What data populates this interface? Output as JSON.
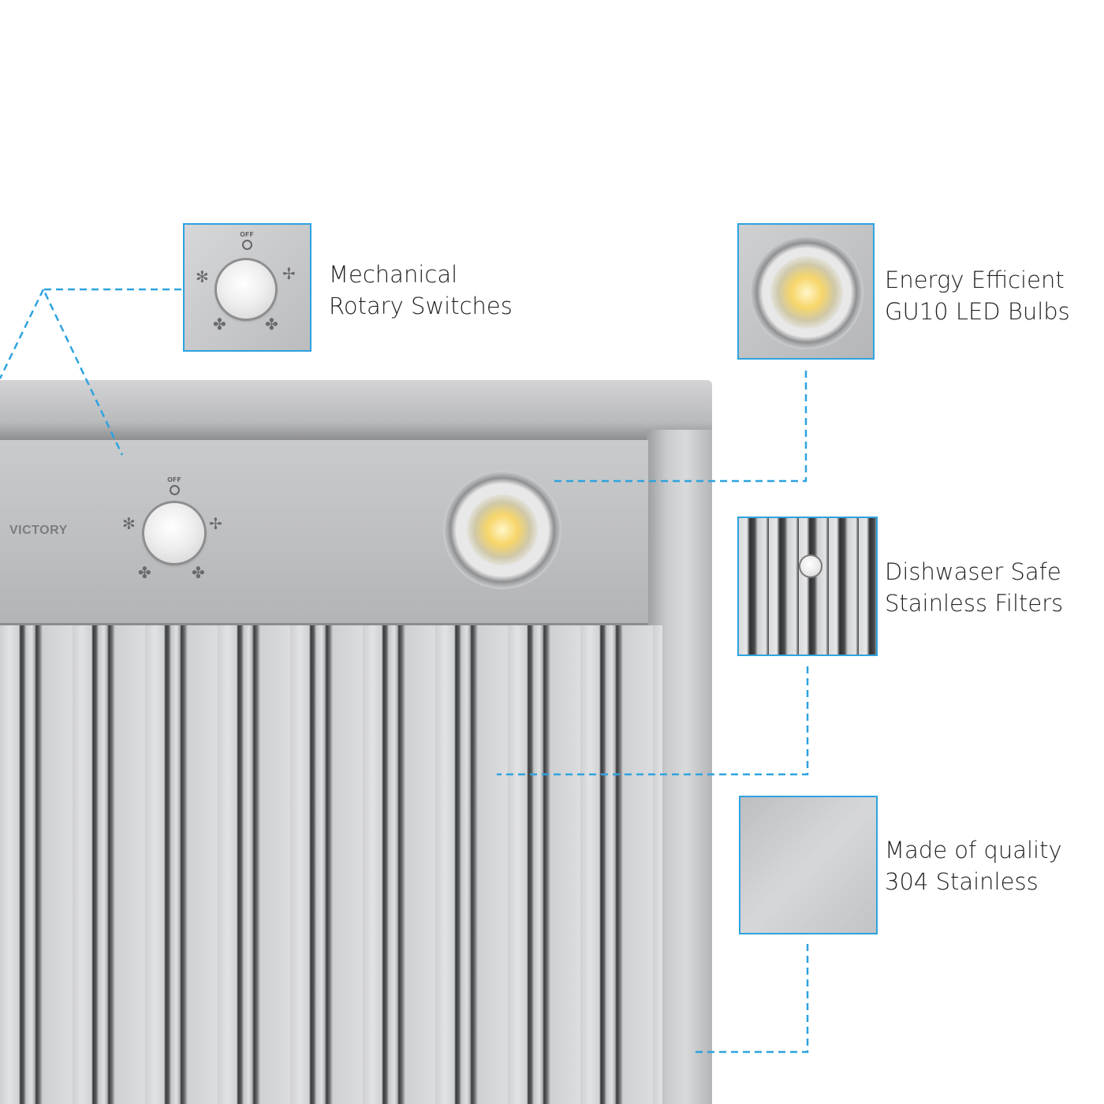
{
  "brand": "VICTORY",
  "knob": {
    "off_label": "OFF"
  },
  "features": [
    {
      "line1": "Mechanical",
      "line2": "Rotary Switches",
      "icon": "rotary-switch"
    },
    {
      "line1": "Energy Efficient",
      "line2": "GU10 LED Bulbs",
      "icon": "led-bulb"
    },
    {
      "line1": "Dishwaser Safe",
      "line2": "Stainless Filters",
      "icon": "baffle-filter"
    },
    {
      "line1": "Made of quality",
      "line2": "304 Stainless",
      "icon": "stainless-swatch"
    }
  ],
  "colors": {
    "accent": "#2ea3df",
    "steel": "#c0c1c3",
    "text": "#222222"
  }
}
